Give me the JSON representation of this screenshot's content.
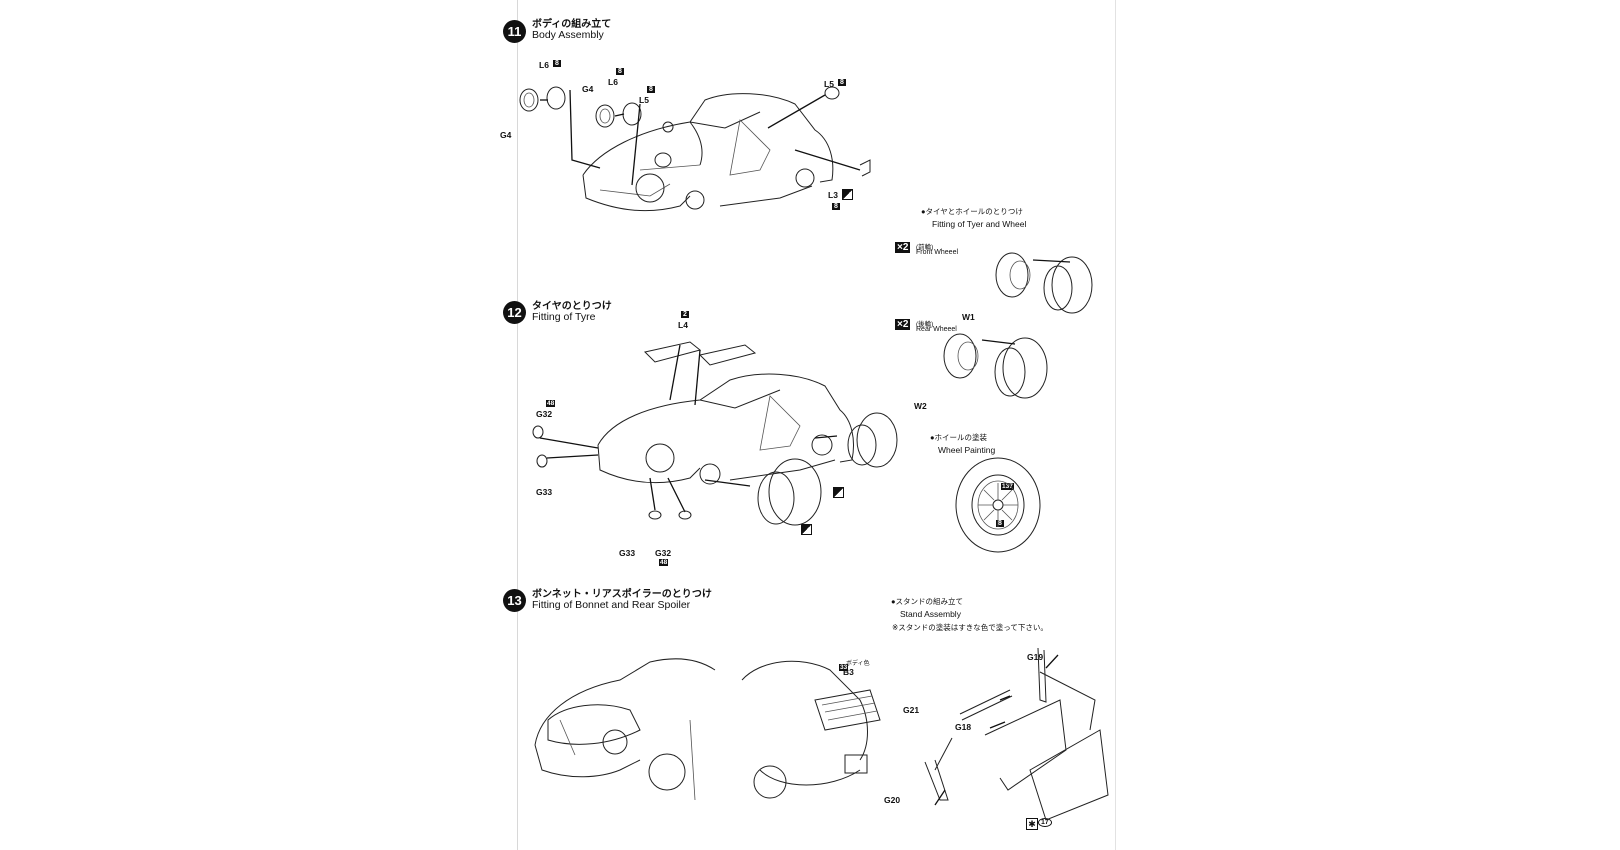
{
  "steps": [
    {
      "number": "11",
      "title_jp": "ボディの組み立て",
      "title_en": "Body Assembly"
    },
    {
      "number": "12",
      "title_jp": "タイヤのとりつけ",
      "title_en": "Fitting of Tyre"
    },
    {
      "number": "13",
      "title_jp": "ボンネット・リアスポイラーのとりつけ",
      "title_en": "Fitting of Bonnet and Rear Spoiler"
    }
  ],
  "sub_sections": {
    "tyre_wheel": {
      "jp": "●タイヤとホイールのとりつけ",
      "en": "Fitting of Tyer and Wheel"
    },
    "front_wheel": {
      "qty": "×2",
      "jp": "(前輪)",
      "en": "Front Wheeel"
    },
    "rear_wheel": {
      "qty": "×2",
      "jp": "(後輪)",
      "en": "Rear Wheeel"
    },
    "wheel_painting": {
      "jp": "●ホイールの塗装",
      "en": "Wheel Painting"
    },
    "stand": {
      "jp": "●スタンドの組み立て",
      "en": "Stand Assembly",
      "note": "※スタンドの塗装はすきな色で塗って下さい。"
    }
  },
  "part_labels": {
    "s11": {
      "l6_a": "L6",
      "g4_a": "G4",
      "g4_b": "G4",
      "l6_b": "L6",
      "l5_a": "L5",
      "l5_b": "L5",
      "l3": "L3"
    },
    "s12": {
      "l4": "L4",
      "g32_a": "G32",
      "g33_a": "G33",
      "g33_b": "G33",
      "g32_b": "G32"
    },
    "wheels": {
      "w1": "W1",
      "w2": "W2"
    },
    "s13": {
      "b3": "B3",
      "body_color": "ボディ色"
    },
    "stand": {
      "g19": "G19",
      "g21": "G21",
      "g18": "G18",
      "g20": "G20"
    }
  },
  "color_codes": {
    "c8_a": "8",
    "c8_b": "8",
    "c8_c": "8",
    "c8_d": "8",
    "c8_e": "8",
    "c8_wheel": "8",
    "c2": "2",
    "c48_a": "48",
    "c48_b": "48",
    "c137": "137",
    "c33": "33",
    "c17": "17"
  },
  "icons": [
    "chrome-paint-icon",
    "tamiya-star-icon"
  ]
}
